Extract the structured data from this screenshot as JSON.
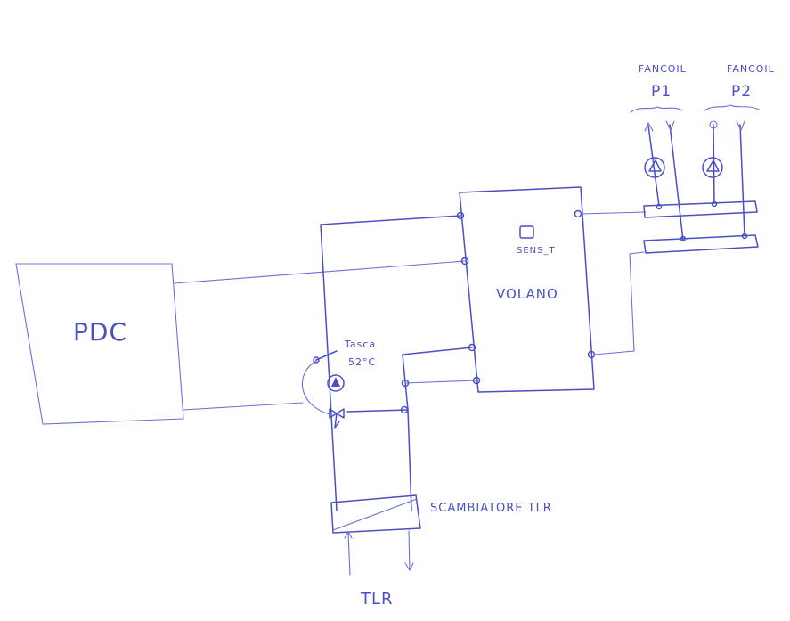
{
  "labels": {
    "pdc": "PDC",
    "volano": "VOLANO",
    "sens_t": "SENS_T",
    "taska": "Tasca",
    "temp": "52°C",
    "scambiatore": "SCAMBIATORE TLR",
    "tlr": "TLR",
    "fancoil_1": "FANCOIL",
    "p1": "P1",
    "fancoil_2": "FANCOIL",
    "p2": "P2"
  },
  "colors": {
    "ink": "#4a4fc4",
    "background": "#ffffff"
  },
  "icons": [
    "pump-icon",
    "three-way-valve-icon",
    "temperature-sensor-icon",
    "flow-arrow-icon"
  ]
}
